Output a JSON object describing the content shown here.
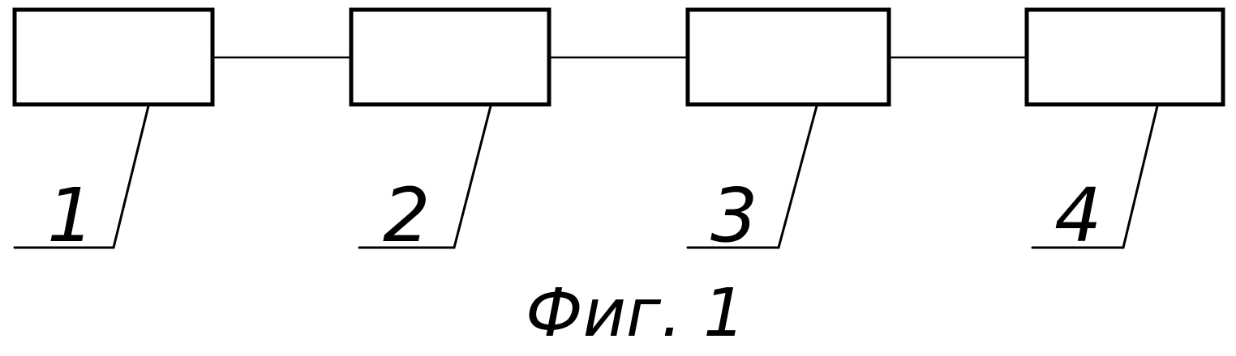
{
  "diagram": {
    "blocks": [
      {
        "id": "1",
        "label": "1"
      },
      {
        "id": "2",
        "label": "2"
      },
      {
        "id": "3",
        "label": "3"
      },
      {
        "id": "4",
        "label": "4"
      }
    ],
    "connections": [
      {
        "from": "1",
        "to": "2"
      },
      {
        "from": "2",
        "to": "3"
      },
      {
        "from": "3",
        "to": "4"
      }
    ],
    "caption": "Фиг. 1"
  }
}
